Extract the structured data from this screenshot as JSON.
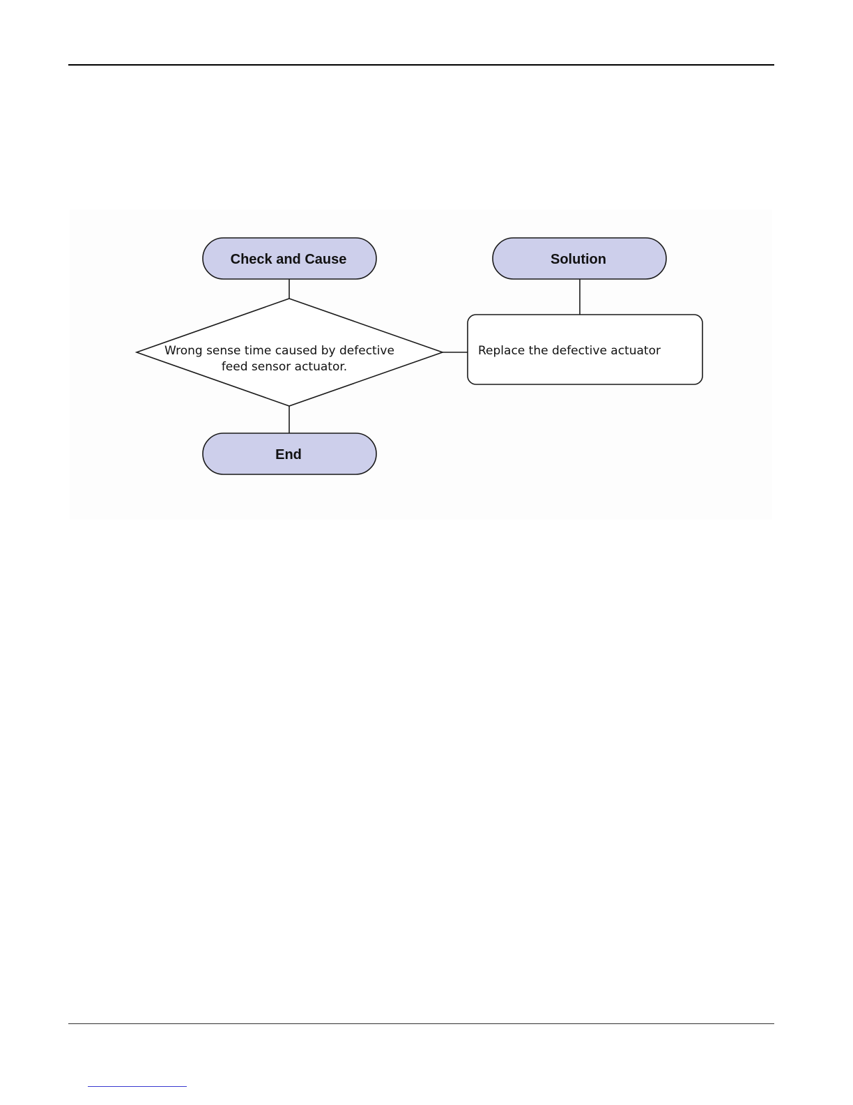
{
  "colors": {
    "terminal_fill": "#cdcfeb",
    "stroke": "#1a1a1a",
    "footer_link": "#3a3ad0"
  },
  "flowchart": {
    "check_and_cause": "Check and Cause",
    "solution": "Solution",
    "decision": {
      "line1": "Wrong sense time caused by defective",
      "line2": "feed sensor actuator."
    },
    "solution_step": "Replace the defective actuator",
    "end": "End"
  }
}
